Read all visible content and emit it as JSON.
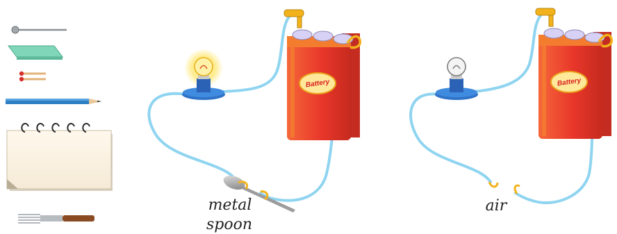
{
  "labels": {
    "left_circuit_material_line1": "metal",
    "left_circuit_material_line2": "spoon",
    "right_circuit_material": "air",
    "battery_text": "Battery"
  },
  "left_circuit": {
    "bulb_lit": true
  },
  "right_circuit": {
    "bulb_lit": false
  },
  "objects": [
    "pin-icon",
    "eraser-icon",
    "matchsticks-icon",
    "pencil-icon",
    "notepad-icon",
    "fork-icon"
  ],
  "colors": {
    "wire": "#8fd4f0",
    "battery_red": "#e8362a",
    "battery_orange": "#f37c2f",
    "bulb_base": "#2f73c8",
    "clip_yellow": "#f2b21b",
    "glow": "#ffe773"
  }
}
